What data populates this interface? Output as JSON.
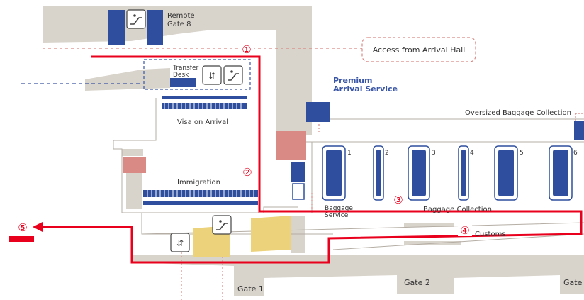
{
  "map": {
    "areas": {
      "remote_gate": "Remote\nGate 8",
      "access_hall": "Access from Arrival Hall",
      "transfer_desk": "Transfer\nDesk",
      "premium": "Premium\nArrival Service",
      "oversized": "Oversized Baggage Collection",
      "visa": "Visa on Arrival",
      "immigration": "Immigration",
      "baggage_service": "Baggage\nService",
      "baggage_collection": "Baggage Collection",
      "customs": "Customs"
    },
    "belts": [
      "1",
      "2",
      "3",
      "4",
      "5",
      "6"
    ],
    "gates": [
      "Gate 1",
      "Gate 2",
      "Gate"
    ],
    "route_markers": [
      "①",
      "②",
      "③",
      "④",
      "⑤"
    ]
  },
  "colors": {
    "floor": "#d8d3cb",
    "route": "#e8001c",
    "blue": "#2f4f9e",
    "pink": "#d98a85",
    "yellow": "#ecd27a",
    "premium_text": "#3a56a5"
  },
  "icons": [
    "escalator-icon",
    "elevator-icon"
  ]
}
